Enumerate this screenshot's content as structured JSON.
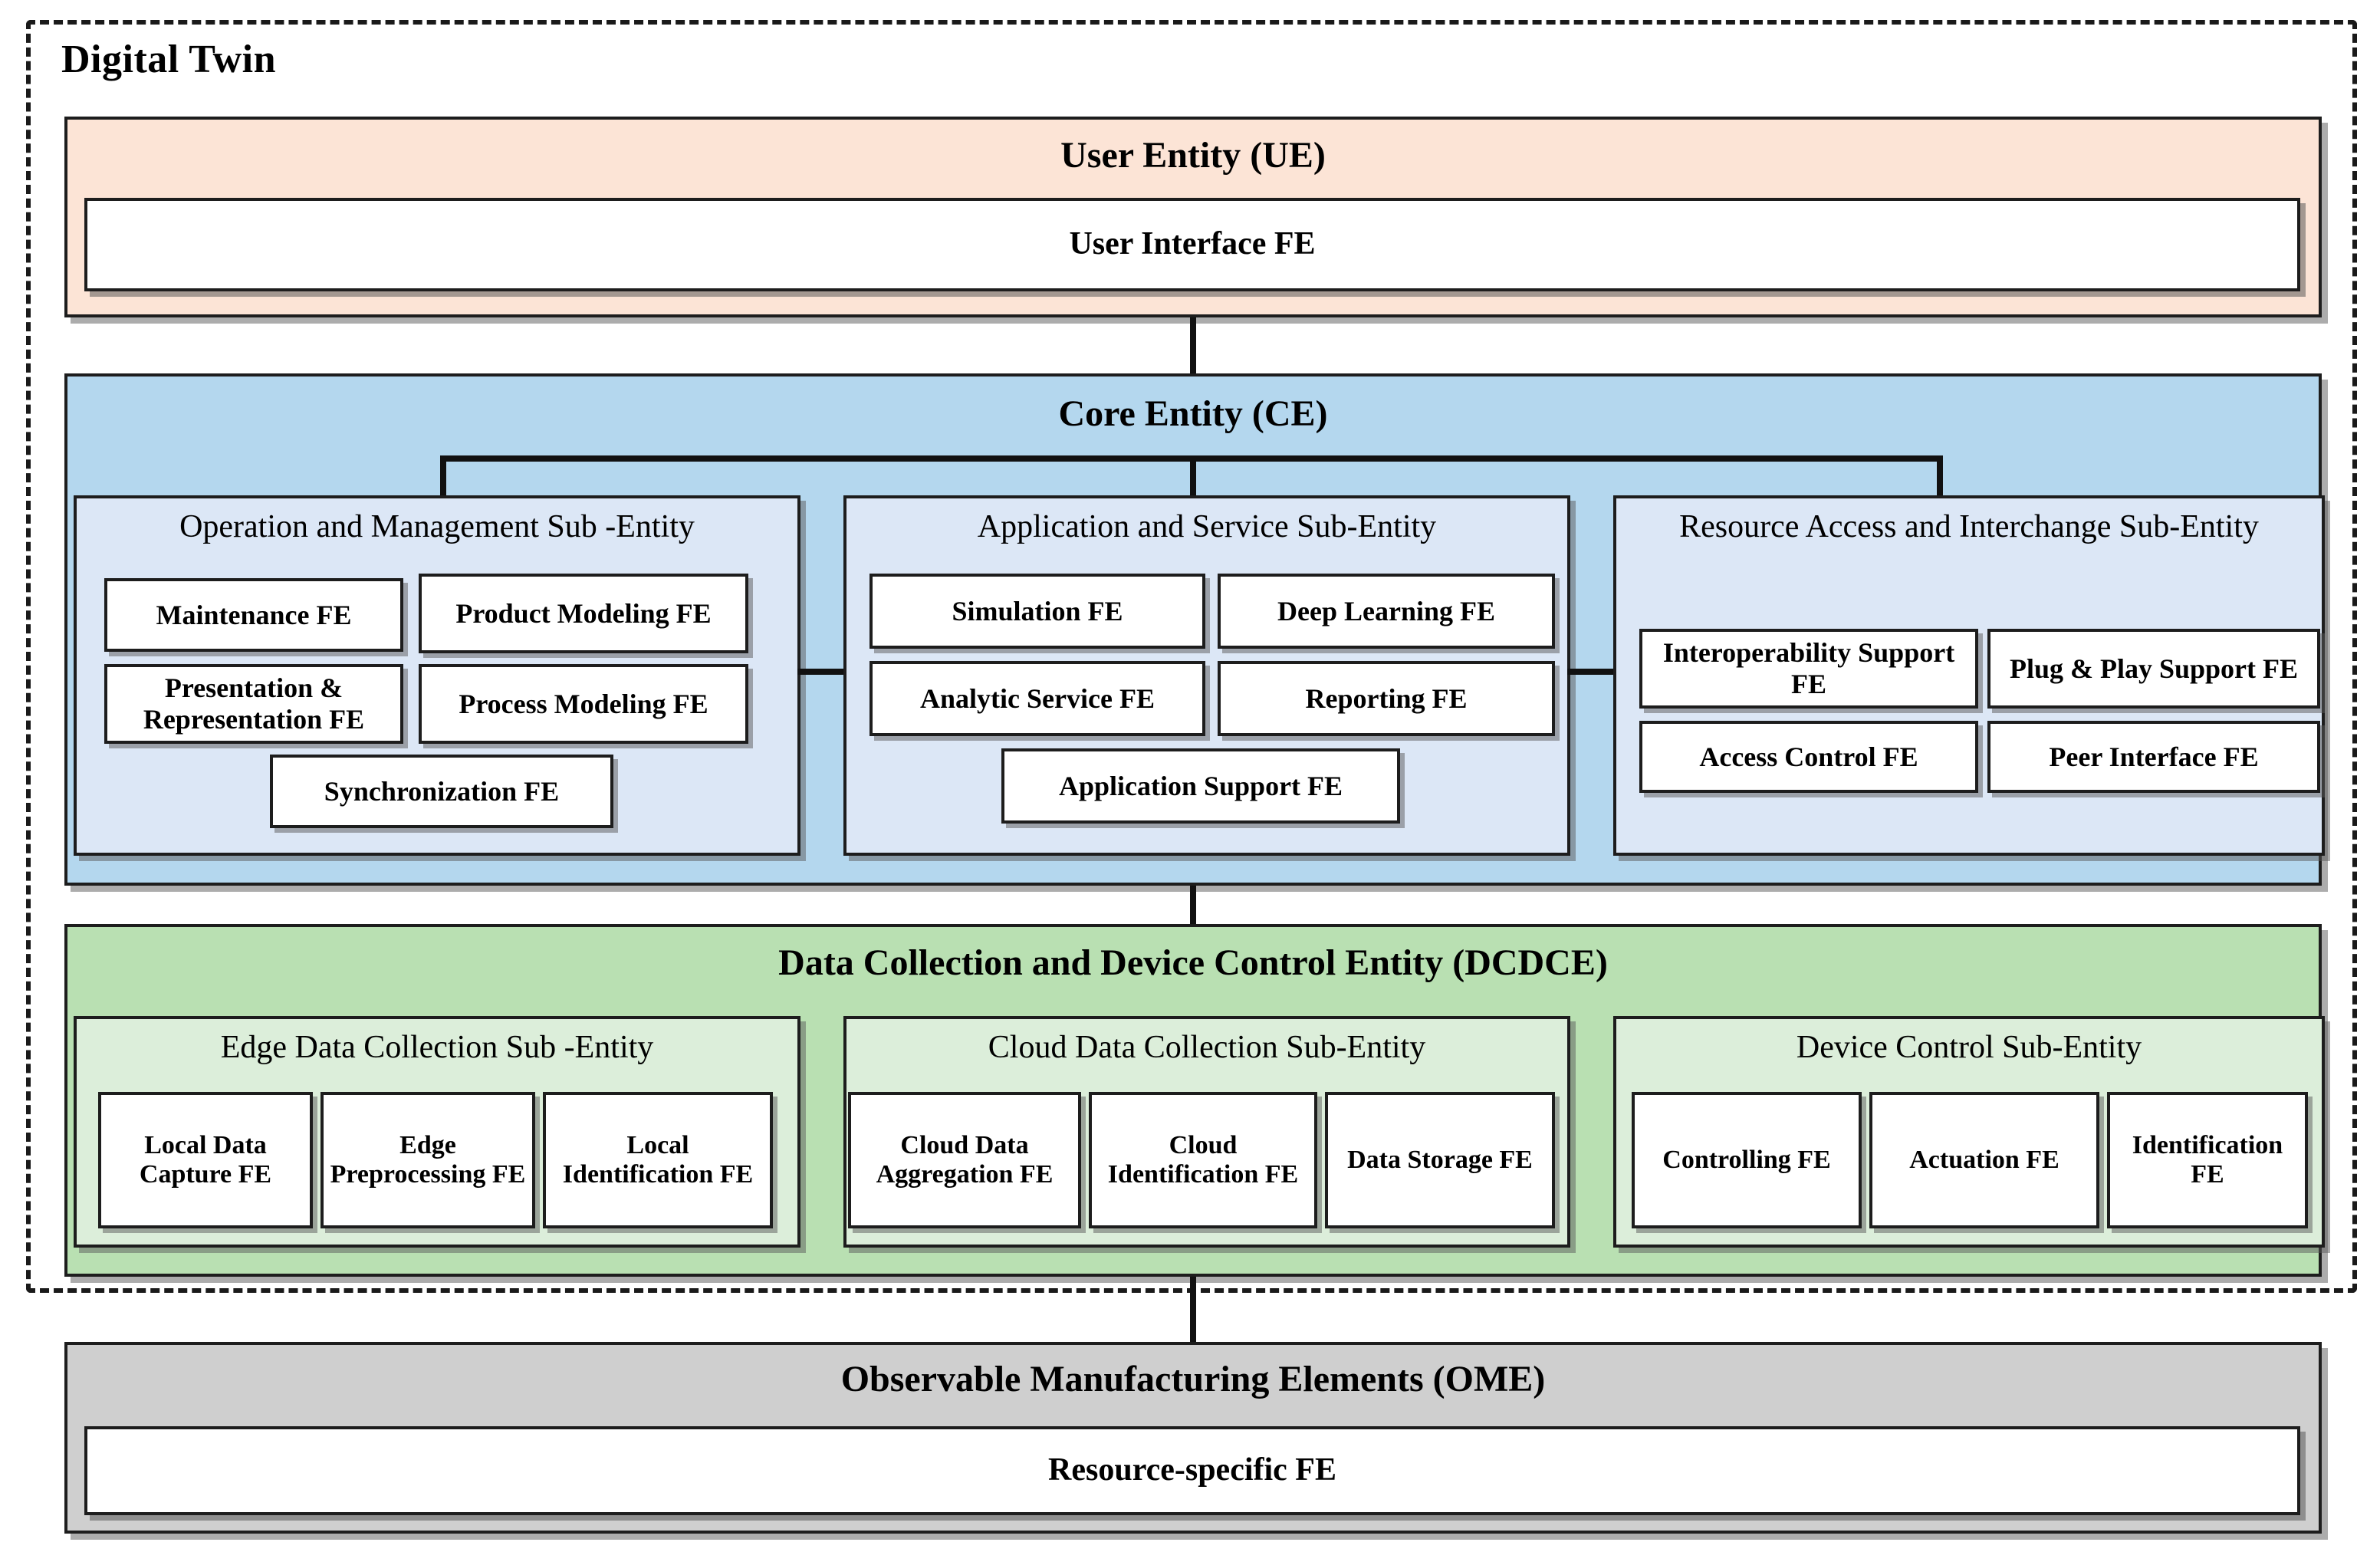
{
  "diagram": {
    "outer_boundary_label": "Digital Twin",
    "colors": {
      "user_entity": "#FCE4D6",
      "core_entity": "#B4D7EE",
      "core_subpanel": "#DCE7F6",
      "dcdce_entity": "#B9E0B2",
      "dcdce_subpanel": "#DCEEDA",
      "ome_entity": "#CFCFCF",
      "fe_box": "#FFFFFF",
      "outline": "#1D1D1D"
    }
  },
  "user_entity": {
    "title": "User Entity (UE)",
    "functional_elements": [
      {
        "label": "User Interface FE"
      }
    ]
  },
  "core_entity": {
    "title": "Core Entity (CE)",
    "sub_entities": [
      {
        "title": "Operation and Management Sub -Entity",
        "functional_elements": [
          {
            "label": "Maintenance FE"
          },
          {
            "label": "Product Modeling FE"
          },
          {
            "label": "Presentation & Representation FE"
          },
          {
            "label": "Process Modeling FE"
          },
          {
            "label": "Synchronization FE"
          }
        ]
      },
      {
        "title": "Application and Service Sub-Entity",
        "functional_elements": [
          {
            "label": "Simulation FE"
          },
          {
            "label": "Deep Learning FE"
          },
          {
            "label": "Analytic Service FE"
          },
          {
            "label": "Reporting FE"
          },
          {
            "label": "Application Support FE"
          }
        ]
      },
      {
        "title": "Resource Access and Interchange Sub-Entity",
        "functional_elements": [
          {
            "label": "Interoperability Support FE"
          },
          {
            "label": "Plug & Play Support FE"
          },
          {
            "label": "Access Control FE"
          },
          {
            "label": "Peer Interface FE"
          }
        ]
      }
    ]
  },
  "dcdce_entity": {
    "title": "Data Collection and Device Control Entity (DCDCE)",
    "sub_entities": [
      {
        "title": "Edge Data Collection Sub -Entity",
        "functional_elements": [
          {
            "label": "Local Data Capture FE"
          },
          {
            "label": "Edge Preprocessing FE"
          },
          {
            "label": "Local Identification FE"
          }
        ]
      },
      {
        "title": "Cloud Data Collection Sub-Entity",
        "functional_elements": [
          {
            "label": "Cloud Data Aggregation FE"
          },
          {
            "label": "Cloud Identification FE"
          },
          {
            "label": "Data Storage FE"
          }
        ]
      },
      {
        "title": "Device Control Sub-Entity",
        "functional_elements": [
          {
            "label": "Controlling FE"
          },
          {
            "label": "Actuation FE"
          },
          {
            "label": "Identification FE"
          }
        ]
      }
    ]
  },
  "ome_entity": {
    "title": "Observable Manufacturing Elements (OME)",
    "functional_elements": [
      {
        "label": "Resource-specific FE"
      }
    ]
  }
}
